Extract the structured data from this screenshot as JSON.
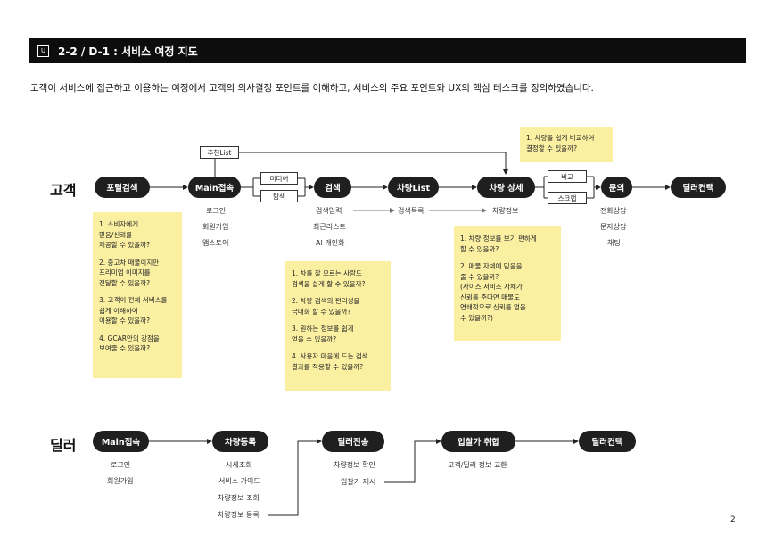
{
  "header": {
    "icon_text": "U",
    "title": "2-2 / D-1 : 서비스 여정 지도"
  },
  "subtitle": "고객이 서비스에 접근하고 이용하는 여정에서 고객의 의사결정 포인트를 이해하고, 서비스의 주요 포인트와 UX의 핵심 테스크를 정의하였습니다.",
  "customer": {
    "label": "고객",
    "nodes": [
      "포털검색",
      "Main접속",
      "검색",
      "차량List",
      "차량 상세",
      "문의",
      "딜러컨택"
    ],
    "recommend_box": "추천List",
    "media_box": "미디어",
    "explore_box": "탐색",
    "compare_box": "비교",
    "scrap_box": "스크랩",
    "main_subs": [
      "로그인",
      "회원가입",
      "앱스토어"
    ],
    "search_subs": [
      "검색입력",
      "최근리스트",
      "AI 개인화"
    ],
    "list_sub": "검색목록",
    "detail_sub": "차량정보",
    "inquiry_subs": [
      "전화상담",
      "문자상담",
      "채팅"
    ]
  },
  "dealer": {
    "label": "딜러",
    "nodes": [
      "Main접속",
      "차량등록",
      "딜러전송",
      "입찰가 취합",
      "딜러컨택"
    ],
    "main_subs": [
      "로그인",
      "회원가입"
    ],
    "register_subs": [
      "시세조회",
      "서비스 가이드",
      "차량정보 조회",
      "차량정보 등록"
    ],
    "send_subs": [
      "차량정보 확인",
      "입찰가 제시"
    ],
    "collect_sub": "고객/딜러 정보 교환"
  },
  "notes": {
    "portal": [
      "1. 소비자에게\n   믿음/신뢰를\n   제공할 수 있을까?",
      "2. 중고차 매물이지만\n   프리미엄 이미지를\n   전달할 수 있을까?",
      "3. 고객이 전체 서비스를\n   쉽게 이해하여\n   이용할 수 있을까?",
      "4. GCAR만의 강점을\n   보여줄 수 있을까?"
    ],
    "search": [
      "1. 차를 잘 모르는 사람도\n   검색을 쉽게 할 수 있을까?",
      "2. 차량 검색의 편리성을\n   극대화 할 수 있을까?",
      "3. 원하는 정보를 쉽게\n   얻을 수 있을까?",
      "4. 사용자 마음에 드는 검색\n   결과를 적용할 수 있을까?"
    ],
    "detail": [
      "1. 차량 정보를 보기 편하게\n   할 수 있을까?",
      "2. 매물 자체에 믿음을\n   줄 수 있을까?\n   (사이스 서비스 자체가\n   신뢰를 준다면 매물도\n   연쇄적으로 신뢰를 얻을\n   수 있을까?)"
    ],
    "compare": [
      "1. 차량을 쉽게 비교하여\n   결정할 수 있을까?"
    ]
  },
  "page_number": "2"
}
